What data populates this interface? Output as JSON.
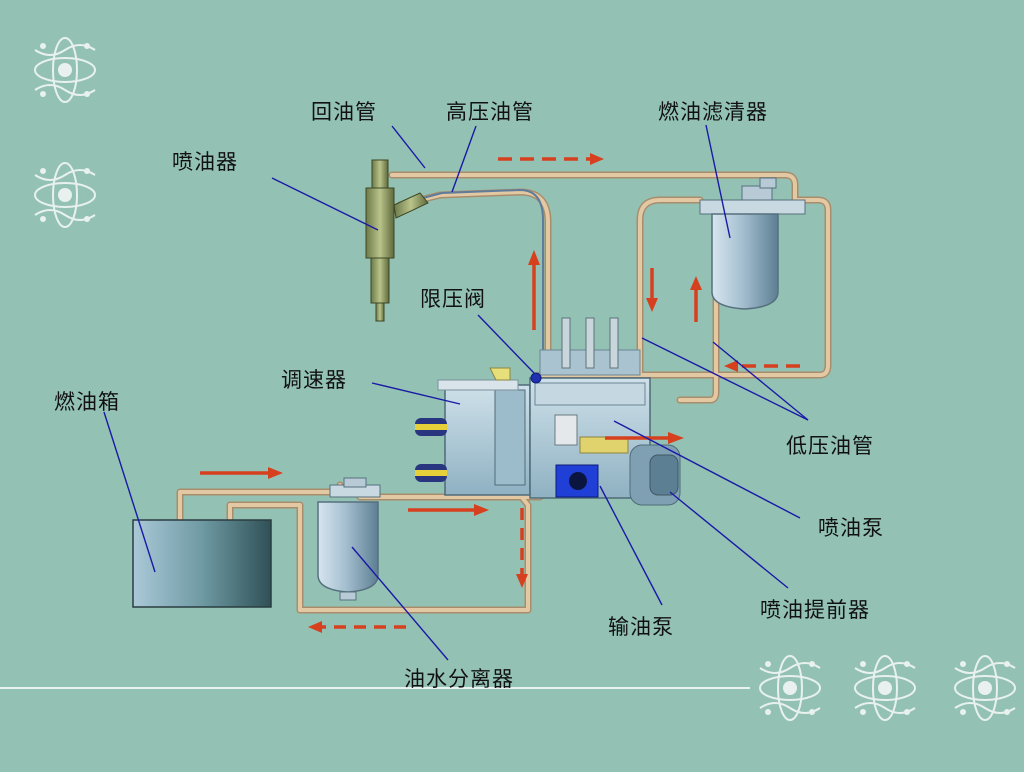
{
  "labels": {
    "return_pipe": "回油管",
    "high_pressure_pipe": "高压油管",
    "fuel_filter": "燃油滤清器",
    "injector": "喷油器",
    "pressure_limit_valve": "限压阀",
    "governor": "调速器",
    "fuel_tank": "燃油箱",
    "low_pressure_pipe": "低压油管",
    "injection_pump": "喷油泵",
    "injection_advancer": "喷油提前器",
    "transfer_pump": "输油泵",
    "water_separator": "油水分离器"
  },
  "colors": {
    "background": "#93c2b4",
    "pipe": "#e3c8a4",
    "arrow": "#d6401e",
    "leader_line": "#1a1aa6",
    "ornament": "#e8f1ee",
    "pump_blue": "#1f3fd6"
  },
  "icons": {
    "corner_ornament": "lace-ornament-icon",
    "flow_arrow": "flow-arrow-icon"
  }
}
